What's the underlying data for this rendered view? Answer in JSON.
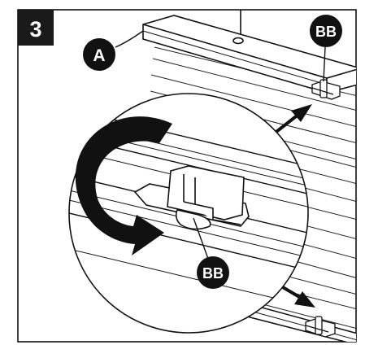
{
  "step": {
    "number": "3"
  },
  "callouts": {
    "a": "A",
    "bb_top": "BB",
    "bb_zoom": "BB"
  },
  "colors": {
    "ink": "#111111",
    "paper": "#ffffff",
    "step_badge": "#1a1a1a"
  }
}
